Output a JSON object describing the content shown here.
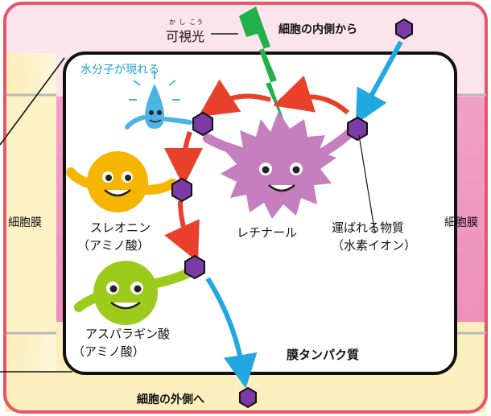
{
  "labels": {
    "visible_light_ruby": "か し こう",
    "visible_light": "可視光",
    "inside_cell": "細胞の内側から",
    "water_appears": "水分子が現れる",
    "membrane_left": "細胞膜",
    "membrane_right": "細胞膜",
    "threonine": "スレオニン",
    "threonine_sub": "（アミノ酸）",
    "retinal": "レチナール",
    "carried": "運ばれる物質",
    "carried_sub": "（水素イオン）",
    "asparagine": "アスパラギン酸",
    "asparagine_sub": "（アミノ酸）",
    "membrane_protein": "膜タンパク質",
    "outside_cell": "細胞の外側へ"
  },
  "colors": {
    "outer_frame": "#e8546a",
    "top_band": "#fbe0ea",
    "membrane_band": "#f3a2c6",
    "bottom_band": "#fcefbd",
    "left_zoom_bg": "#fdf3c4",
    "lightning": "#22b04a",
    "red_arrow": "#e8402a",
    "blue_arrow": "#23a7e1",
    "hexagon": "#7b3aa5",
    "water_label": "#1ba0d8",
    "retinal_body": "#c57fbf",
    "threonine_body": "#f6b500",
    "asparagine_body": "#9ccb1b"
  }
}
